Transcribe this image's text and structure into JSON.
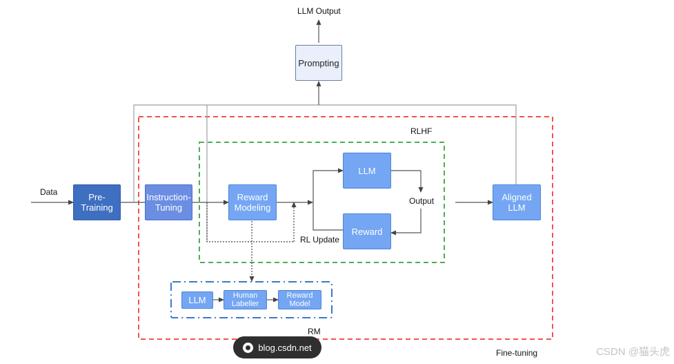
{
  "labels": {
    "llm_output": "LLM Output",
    "data": "Data",
    "rlhf": "RLHF",
    "output": "Output",
    "rl_update": "RL Update",
    "rm": "RM",
    "fine_tuning": "Fine-tuning"
  },
  "boxes": {
    "prompting": "Prompting",
    "pre_training": "Pre-Training",
    "instruction_tuning": "Instruction-\nTuning",
    "reward_modeling": "Reward\nModeling",
    "llm": "LLM",
    "reward": "Reward",
    "aligned_llm": "Aligned\nLLM",
    "rm_llm": "LLM",
    "human_labeller": "Human\nLabeller",
    "reward_model": "Reward\nModel"
  },
  "watermark": {
    "text": "blog.csdn.net"
  },
  "credit": "CSDN @猫头虎",
  "colors": {
    "fine_tuning_border": "#ef5350",
    "rlhf_border": "#4caf50",
    "rm_border": "#3c78c8",
    "arrow": "#555555",
    "feedback_line": "#9e9e9e"
  }
}
